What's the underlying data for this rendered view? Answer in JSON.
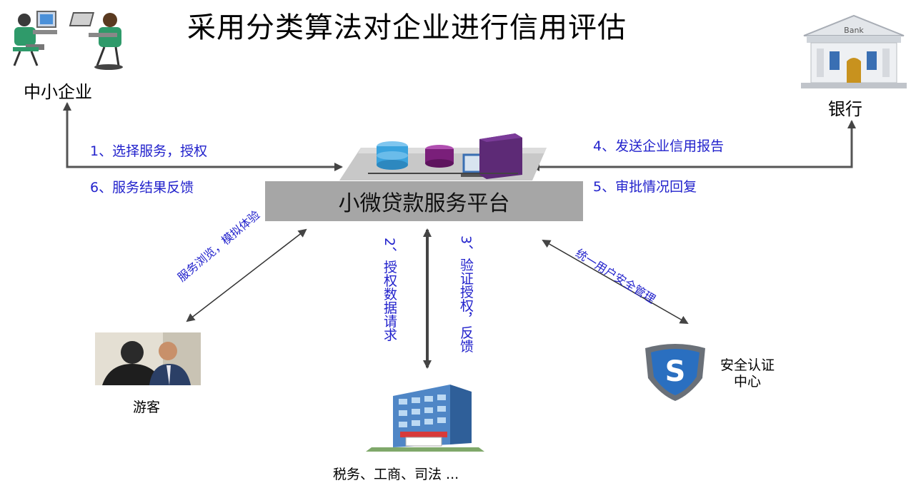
{
  "title": "采用分类算法对企业进行信用评估",
  "nodes": {
    "sme": "中小企业",
    "bank": "银行",
    "platform": "小微贷款服务平台",
    "visitor": "游客",
    "gov": "税务、工商、司法 ...",
    "security": "安全认证\n中心"
  },
  "bank_sign": "Bank",
  "edges": {
    "e1": "1、选择服务，授权",
    "e6": "6、服务结果反馈",
    "e4": "4、发送企业信用报告",
    "e5": "5、审批情况回复",
    "e2": "2、授权数据请求",
    "e3": "3、验证授权，反馈",
    "visitor_edge": "服务浏览，模拟体验",
    "security_edge": "统一用户安全管理"
  },
  "colors": {
    "edge_label": "#2222cc",
    "arrow": "#555555",
    "platform_box": "#a6a6a6"
  },
  "icons": [
    "computer-user-icon",
    "bank-building-icon",
    "server-icon",
    "database-icon",
    "people-photo-icon",
    "office-building-icon",
    "shield-s-icon"
  ]
}
